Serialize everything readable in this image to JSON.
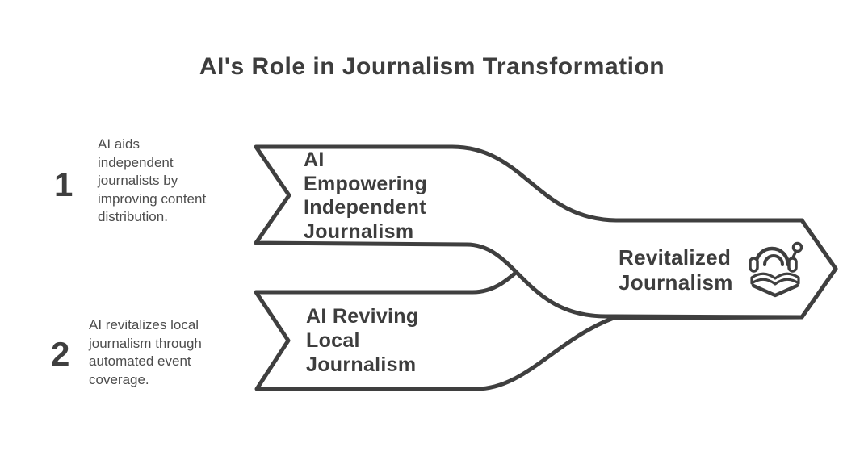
{
  "title": "AI's Role in Journalism Transformation",
  "colors": {
    "ink": "#3f3f3f",
    "body_text": "#4d4d4d",
    "background": "#ffffff"
  },
  "steps": [
    {
      "number": "1",
      "description": "AI aids\nindependent\njournalists by\nimproving content\ndistribution."
    },
    {
      "number": "2",
      "description": "AI revitalizes local\njournalism through\nautomated event\ncoverage."
    }
  ],
  "arrows": [
    {
      "label": "AI\nEmpowering\nIndependent\nJournalism"
    },
    {
      "label": "AI Reviving\nLocal\nJournalism"
    }
  ],
  "result": {
    "label": "Revitalized\nJournalism",
    "icon": "headphones-open-book-icon"
  }
}
